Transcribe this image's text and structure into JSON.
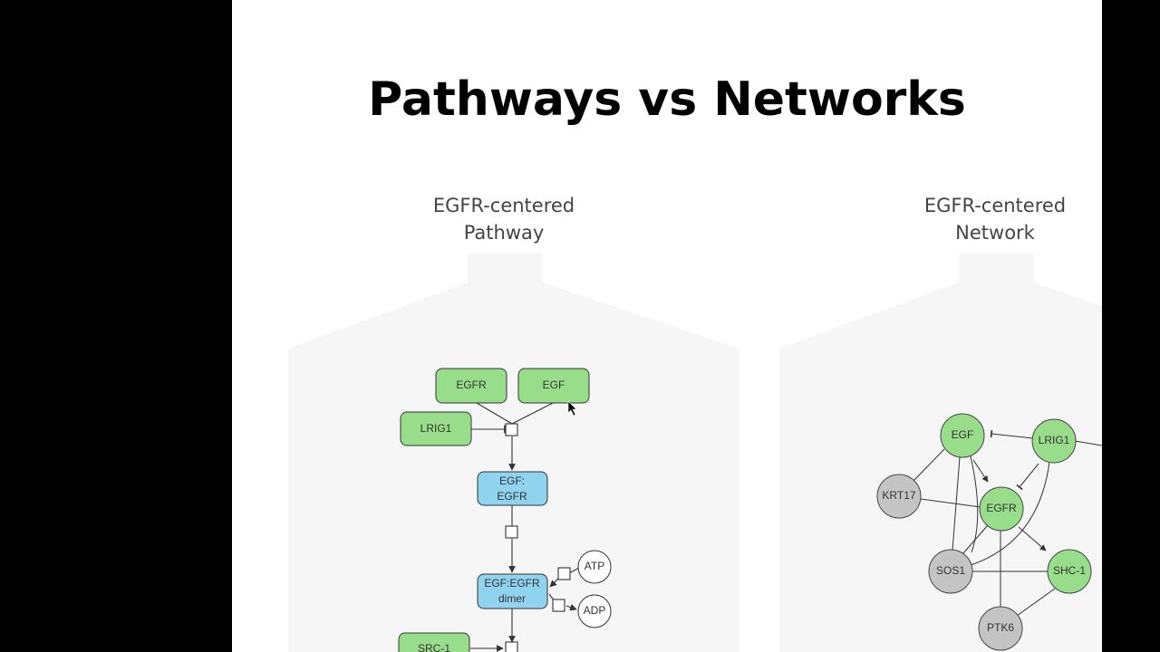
{
  "slide": {
    "title": "Pathways vs Networks",
    "pathway_title": [
      "EGFR-centered",
      "Pathway"
    ],
    "network_title": [
      "EGFR-centered",
      "Network"
    ]
  },
  "pathway": {
    "nodes": {
      "egfr": "EGFR",
      "egf": "EGF",
      "lrig1": "LRIG1",
      "egf_egfr": [
        "EGF:",
        "EGFR"
      ],
      "dimer": [
        "EGF:EGFR",
        "dimer"
      ],
      "atp": "ATP",
      "adp": "ADP",
      "src1": "SRC-1"
    }
  },
  "network": {
    "nodes": {
      "egf": "EGF",
      "lrig1": "LRIG1",
      "krt17": "KRT17",
      "egfr": "EGFR",
      "sos1": "SOS1",
      "shc1": "SHC-1",
      "ptk6": "PTK6"
    }
  },
  "colors": {
    "protein_green": "#98dd8a",
    "complex_blue": "#8fd3ef",
    "network_gray": "#c4c4c4",
    "panel_bg": "#f6f6f6"
  }
}
